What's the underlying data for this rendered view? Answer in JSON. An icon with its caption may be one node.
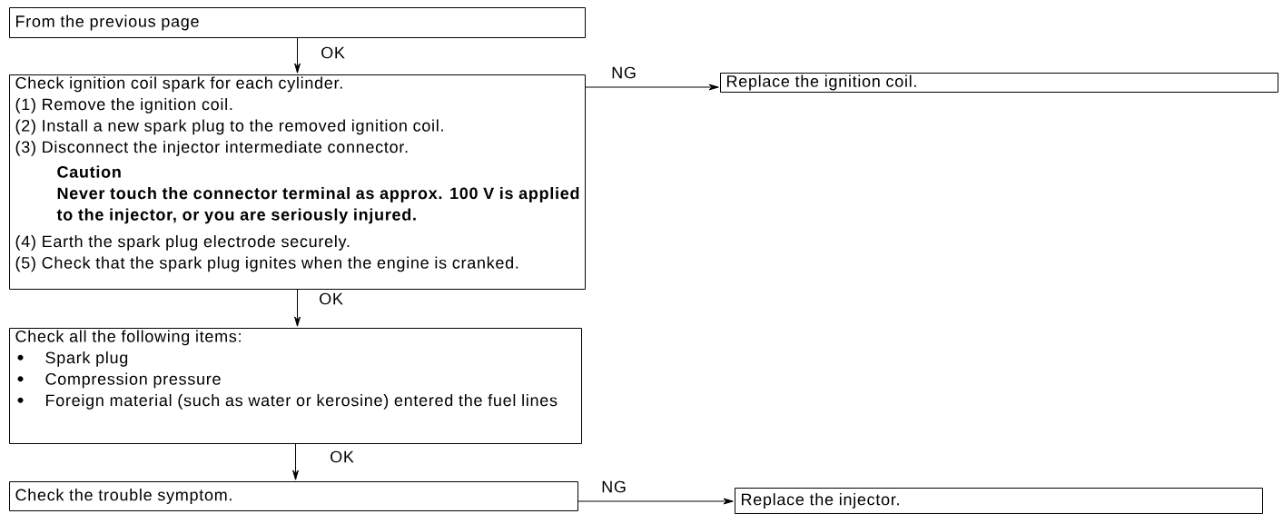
{
  "diagram": {
    "nodes": [
      {
        "text": [
          "From the previous page"
        ]
      },
      {
        "text": [
          "Check ignition coil spark for each cylinder.",
          "(1) Remove the ignition coil.",
          "(2) Install a new spark plug to the removed ignition coil.",
          "(3) Disconnect the injector intermediate connector.",
          "Caution",
          "Never touch the connector terminal as approx. 100 V is applied to the injector, or you are seriously injured.",
          "(4) Earth the spark plug electrode securely.",
          "(5) Check that the spark plug ignites when the engine is cranked."
        ]
      },
      {
        "text": [
          "Replace the ignition coil."
        ]
      },
      {
        "text": [
          "Check all the following items:",
          "Spark plug",
          "Compression pressure",
          "Foreign material (such as water or kerosine) entered the fuel lines"
        ]
      },
      {
        "text": [
          "Check the trouble symptom."
        ]
      },
      {
        "text": [
          "Replace the injector."
        ]
      }
    ],
    "edges": [
      {
        "from": 0,
        "to": 1,
        "arrow": "to",
        "label": "OK"
      },
      {
        "from": 1,
        "to": 2,
        "arrow": "to",
        "label": "NG"
      },
      {
        "from": 1,
        "to": 3,
        "arrow": "to",
        "label": "OK"
      },
      {
        "from": 3,
        "to": 4,
        "arrow": "to",
        "label": "OK"
      },
      {
        "from": 4,
        "to": 5,
        "arrow": "to",
        "label": "NG"
      }
    ]
  }
}
